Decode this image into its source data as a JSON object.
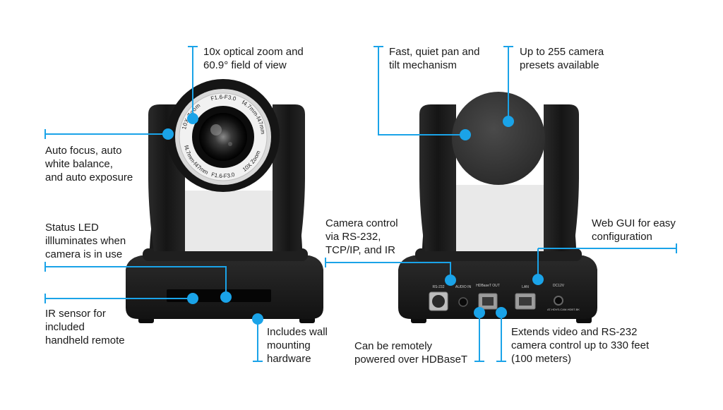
{
  "accent_color": "#1aa3e8",
  "camera_color": "#1c1c1c",
  "lens_text": {
    "top_left": "10X Zoom",
    "top": "F1.6-F3.0",
    "top_right": "f4.7mm-f47mm",
    "bottom_left": "f4.7mm-f47mm",
    "bottom": "F1.6-F3.0",
    "bottom_right": "10X Zoom"
  },
  "rear_panel": {
    "rs232": "RS-232",
    "audio_in": "AUDIO IN",
    "hdbaset_out": "HDBaseT OUT",
    "lan": "LAN",
    "dc12v": "DC12V",
    "model": "AT-HDVS-CAM-HDBT-BK"
  },
  "callouts": {
    "zoom": [
      "10x optical zoom and",
      "60.9° field of view"
    ],
    "autofocus": [
      "Auto focus, auto",
      "white balance,",
      "and auto exposure"
    ],
    "status_led": [
      "Status LED",
      "illluminates when",
      "camera is in use"
    ],
    "ir_sensor": [
      "IR sensor for",
      "included",
      "handheld remote"
    ],
    "wall_mount": [
      "Includes wall",
      "mounting",
      "hardware"
    ],
    "pan_tilt": [
      "Fast, quiet pan and",
      "tilt mechanism"
    ],
    "presets": [
      "Up to 255 camera",
      "presets available"
    ],
    "camera_control": [
      "Camera control",
      "via RS-232,",
      "TCP/IP, and IR"
    ],
    "web_gui": [
      "Web GUI for easy",
      "configuration"
    ],
    "remote_power": [
      "Can be remotely",
      "powered over HDBaseT"
    ],
    "extends_video": [
      "Extends video and RS-232",
      "camera control up to 330 feet",
      "(100 meters)"
    ]
  }
}
